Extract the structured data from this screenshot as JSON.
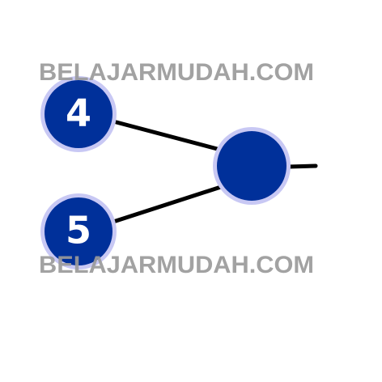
{
  "diagram": {
    "nodes": [
      {
        "id": "input-4",
        "label": "4"
      },
      {
        "id": "input-5",
        "label": "5"
      },
      {
        "id": "sum",
        "label": ""
      }
    ],
    "edges": [
      {
        "from": "input-4",
        "to": "sum"
      },
      {
        "from": "input-5",
        "to": "sum"
      },
      {
        "from": "sum",
        "to": "output"
      }
    ]
  },
  "watermark": {
    "top_text": "BELAJARMUDAH.COM",
    "bottom_text": "BELAJARMUDAH.COM"
  },
  "colors": {
    "node_fill": "#00309a",
    "node_ring": "#c8c8f4",
    "edge": "#000000",
    "label": "#ffffff",
    "watermark": "#9a9a9a"
  }
}
